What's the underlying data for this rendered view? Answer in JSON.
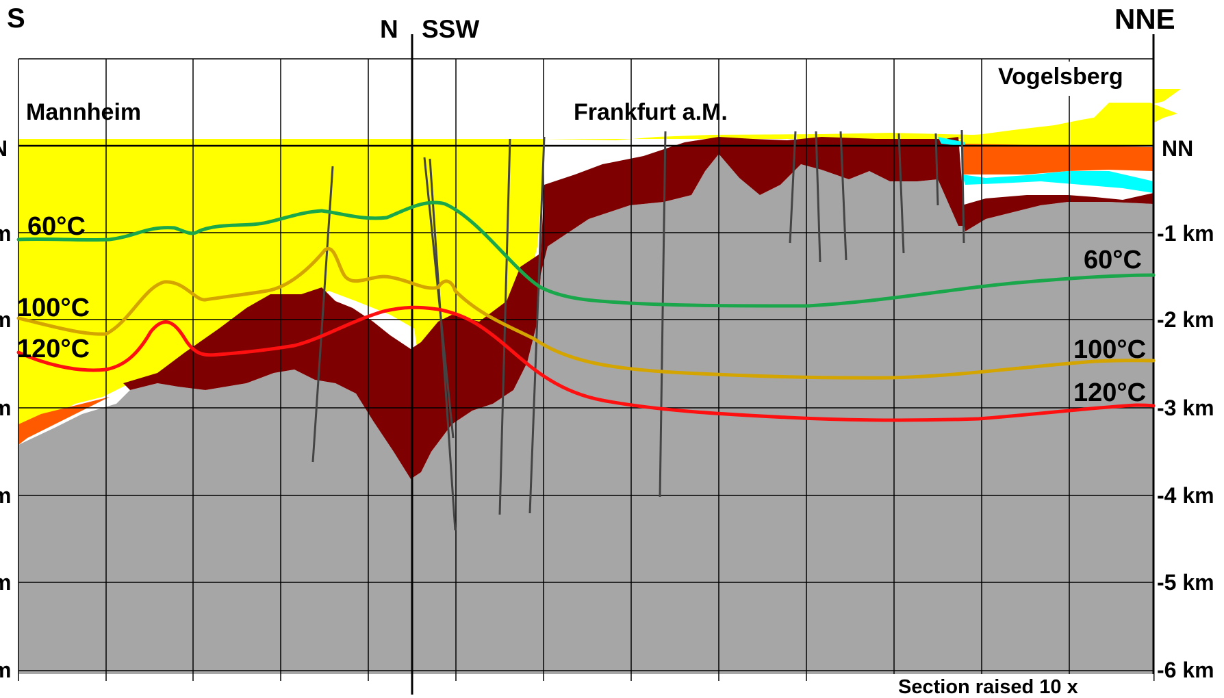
{
  "header": {
    "left_end": "S",
    "left_section_end": "N",
    "right_section_start": "SSW",
    "right_end": "NNE"
  },
  "places": {
    "mannheim": "Mannheim",
    "frankfurt": "Frankfurt a.M.",
    "vogelsberg": "Vogelsberg"
  },
  "isotherms": {
    "t60_left": "60°C",
    "t100_left": "100°C",
    "t120_left": "120°C",
    "t60_right": "60°C",
    "t100_right": "100°C",
    "t120_right": "120°C"
  },
  "depth_axis": {
    "left": [
      "N",
      "m",
      "m",
      "m",
      "m",
      "m",
      "m"
    ],
    "right": [
      "NN",
      "-1 km",
      "-2 km",
      "-3 km",
      "-4 km",
      "-5 km",
      "-6 km"
    ]
  },
  "footer": {
    "note": "Section raised 10 x"
  },
  "colors": {
    "sediment_yellow": "#ffff00",
    "basement_gray": "#a6a6a6",
    "permian_darkred": "#7f0000",
    "orange_layer": "#ff5a00",
    "cyan_layer": "#00ffff",
    "isotherm_60": "#1aa64b",
    "isotherm_100": "#d4a400",
    "isotherm_120": "#ff1010",
    "fault": "#444444"
  }
}
